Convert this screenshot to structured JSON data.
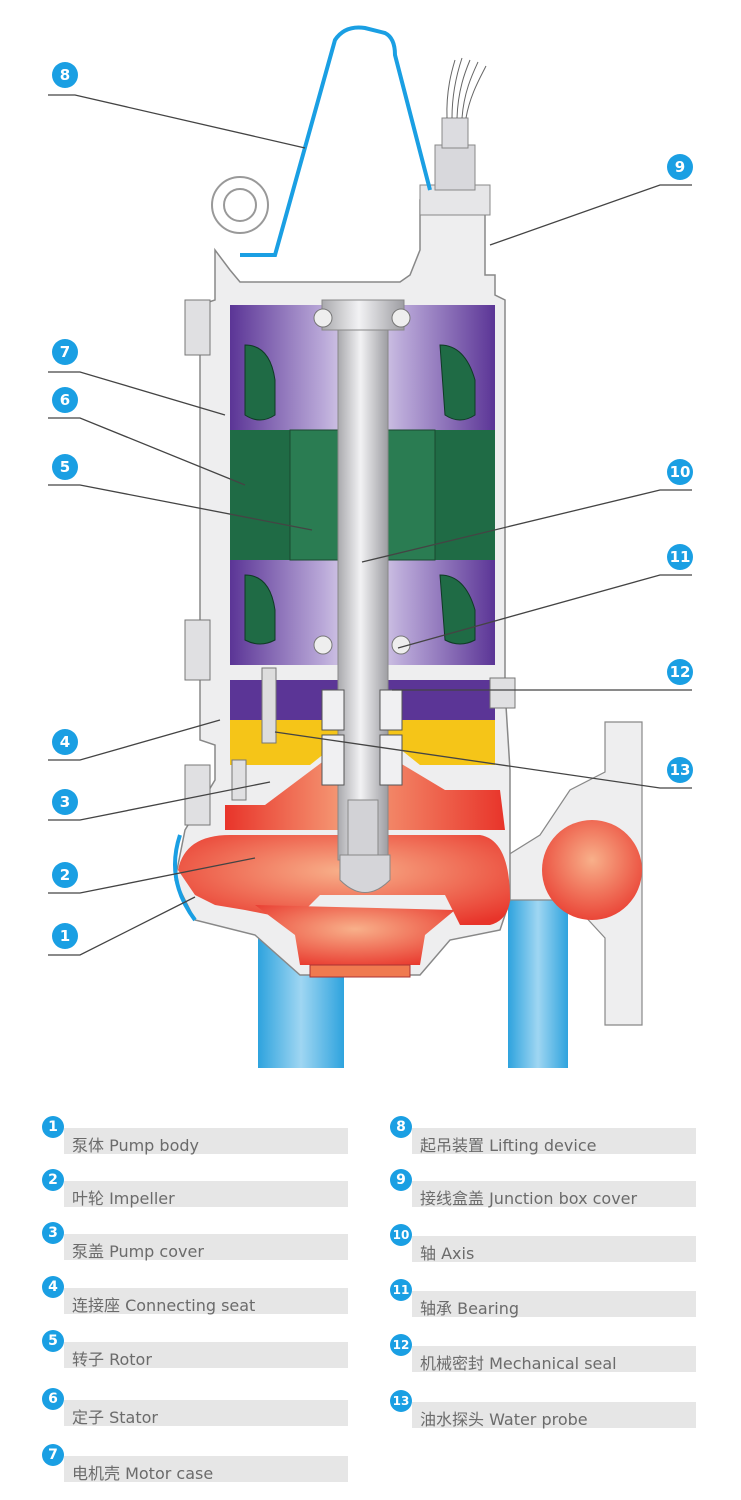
{
  "callouts": [
    "1",
    "2",
    "3",
    "4",
    "5",
    "6",
    "7",
    "8",
    "9",
    "10",
    "11",
    "12",
    "13"
  ],
  "colors": {
    "accent_blue": "#1a9fe3",
    "pump_red": "#e8342a",
    "stator_green": "#1f6b45",
    "motor_purple": "#5b3596",
    "seal_yellow": "#f5c518",
    "shaft_grey": "#c8c8cc",
    "casing_grey": "#eeeeef",
    "water_blue": "#2ea3de"
  },
  "legend": [
    {
      "num": "1",
      "label": "泵体 Pump body"
    },
    {
      "num": "2",
      "label": "叶轮 Impeller"
    },
    {
      "num": "3",
      "label": "泵盖 Pump cover"
    },
    {
      "num": "4",
      "label": "连接座 Connecting seat"
    },
    {
      "num": "5",
      "label": "转子 Rotor"
    },
    {
      "num": "6",
      "label": "定子 Stator"
    },
    {
      "num": "7",
      "label": "电机壳 Motor case"
    },
    {
      "num": "8",
      "label": "起吊装置 Lifting device"
    },
    {
      "num": "9",
      "label": "接线盒盖 Junction box cover"
    },
    {
      "num": "10",
      "label": "轴 Axis"
    },
    {
      "num": "11",
      "label": "轴承 Bearing"
    },
    {
      "num": "12",
      "label": "机械密封 Mechanical seal"
    },
    {
      "num": "13",
      "label": "油水探头 Water probe"
    }
  ]
}
